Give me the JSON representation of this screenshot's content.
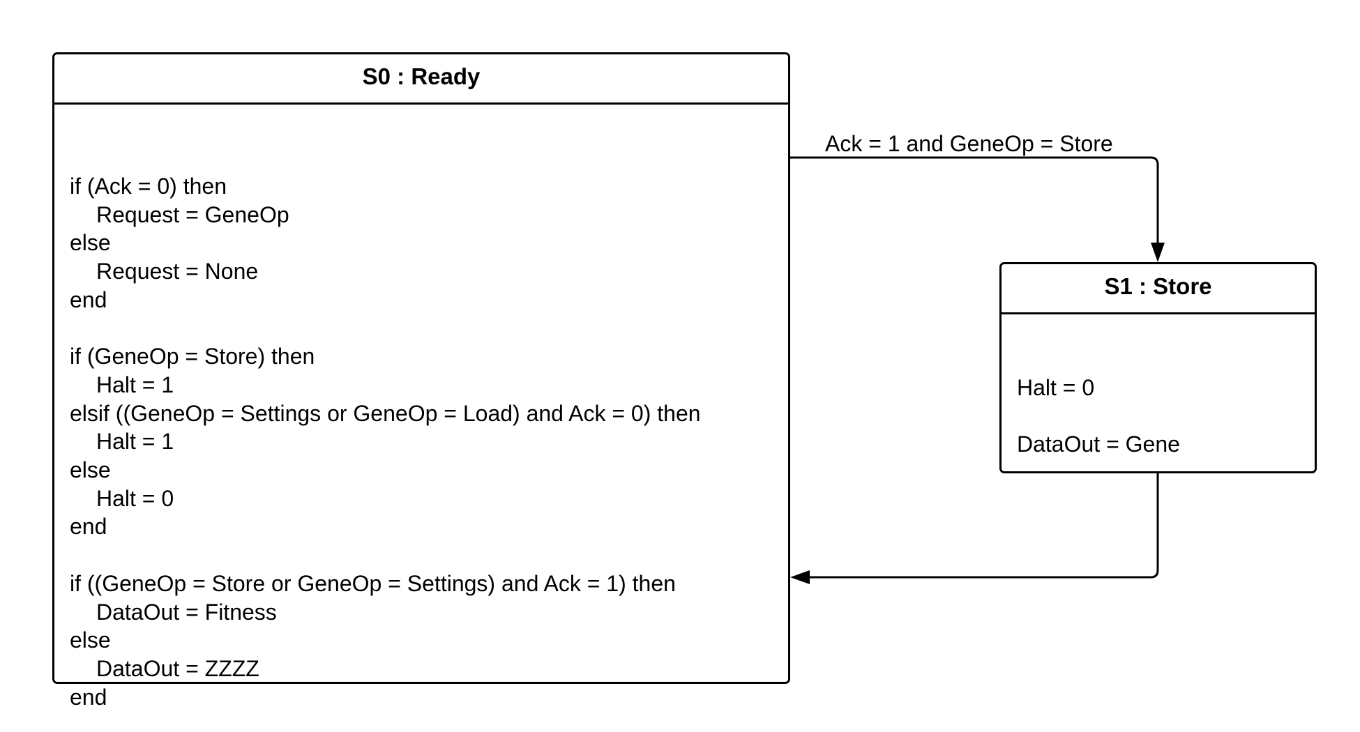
{
  "states": [
    {
      "id": "s0",
      "title": "S0 : Ready",
      "lines": [
        {
          "text": "if (Ack = 0) then",
          "indent": 0
        },
        {
          "text": "Request = GeneOp",
          "indent": 1
        },
        {
          "text": "else",
          "indent": 0
        },
        {
          "text": "Request = None",
          "indent": 1
        },
        {
          "text": "end",
          "indent": 0
        },
        {
          "text": "",
          "indent": 0
        },
        {
          "text": "if (GeneOp = Store) then",
          "indent": 0
        },
        {
          "text": "Halt = 1",
          "indent": 1
        },
        {
          "text": "elsif ((GeneOp = Settings or GeneOp = Load) and Ack = 0) then",
          "indent": 0
        },
        {
          "text": "Halt = 1",
          "indent": 1
        },
        {
          "text": "else",
          "indent": 0
        },
        {
          "text": "Halt = 0",
          "indent": 1
        },
        {
          "text": "end",
          "indent": 0
        },
        {
          "text": "",
          "indent": 0
        },
        {
          "text": "if ((GeneOp = Store or GeneOp = Settings) and Ack = 1) then",
          "indent": 0
        },
        {
          "text": "DataOut = Fitness",
          "indent": 1
        },
        {
          "text": "else",
          "indent": 0
        },
        {
          "text": "DataOut = ZZZZ",
          "indent": 1
        },
        {
          "text": "end",
          "indent": 0
        }
      ]
    },
    {
      "id": "s1",
      "title": "S1 : Store",
      "lines": [
        {
          "text": "",
          "indent": 0
        },
        {
          "text": "Halt = 0",
          "indent": 0
        },
        {
          "text": "",
          "indent": 0
        },
        {
          "text": "DataOut = Gene",
          "indent": 0
        }
      ]
    }
  ],
  "transitions": [
    {
      "from": "S0 : Ready",
      "to": "S1 : Store",
      "label": "Ack = 1 and GeneOp = Store"
    },
    {
      "from": "S1 : Store",
      "to": "S0 : Ready",
      "label": ""
    }
  ],
  "colors": {
    "stroke": "#000000",
    "background": "#ffffff"
  }
}
